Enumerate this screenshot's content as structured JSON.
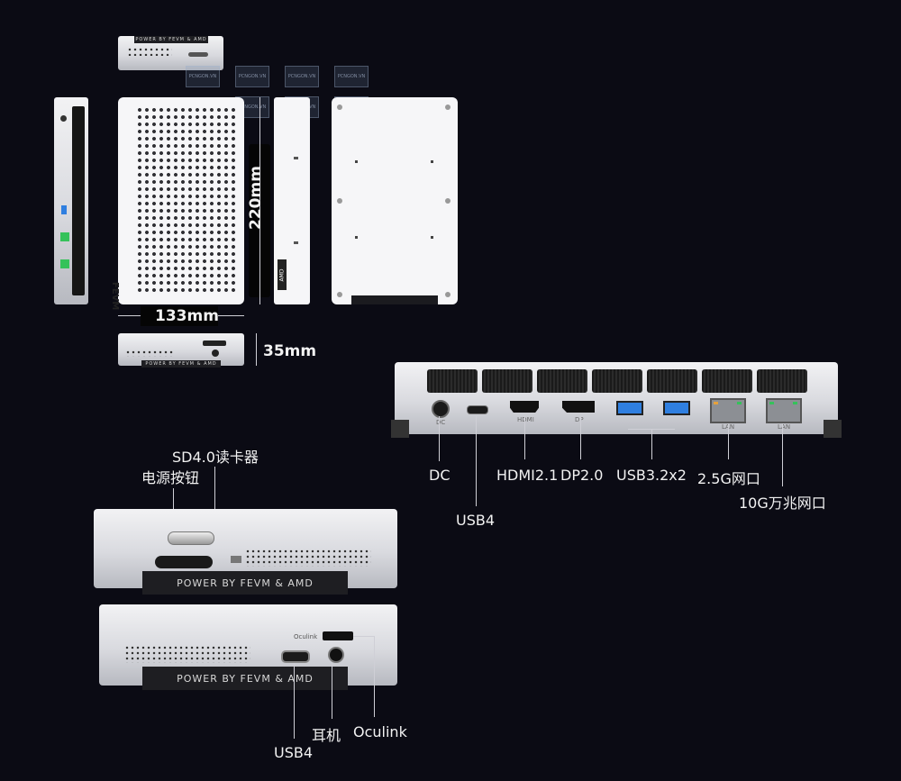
{
  "dimensions": {
    "height": "220mm",
    "width": "133mm",
    "depth": "35mm"
  },
  "rear_ports": {
    "dc": "DC",
    "usb4": "USB4",
    "hdmi": "HDMI2.1",
    "dp": "DP2.0",
    "usb32": "USB3.2x2",
    "lan25": "2.5G网口",
    "lan10": "10G万兆网口"
  },
  "front_top": {
    "sd_reader": "SD4.0读卡器",
    "power_button": "电源按钮",
    "plate_text": "POWER BY FEVM & AMD"
  },
  "front_bottom": {
    "usb4": "USB4",
    "headphone": "耳机",
    "oculink": "Oculink",
    "oculink_small": "Oculink",
    "plate_text": "POWER BY FEVM & AMD"
  },
  "rear_small_labels": {
    "dc": "DC",
    "hdmi": "HDMI",
    "dp": "DP",
    "lan1": "LAN",
    "lan2": "LAN"
  },
  "branding": {
    "logo": "FEVM",
    "side_logo": "AMD",
    "watermark": "PCNGON.VN",
    "mini_plate": "POWER BY FEVM & AMD"
  },
  "colors": {
    "background": "#0b0b14",
    "usb_blue": "#2f7fe0",
    "lan_green": "#35c25a",
    "lan_amber": "#e6a23c"
  }
}
